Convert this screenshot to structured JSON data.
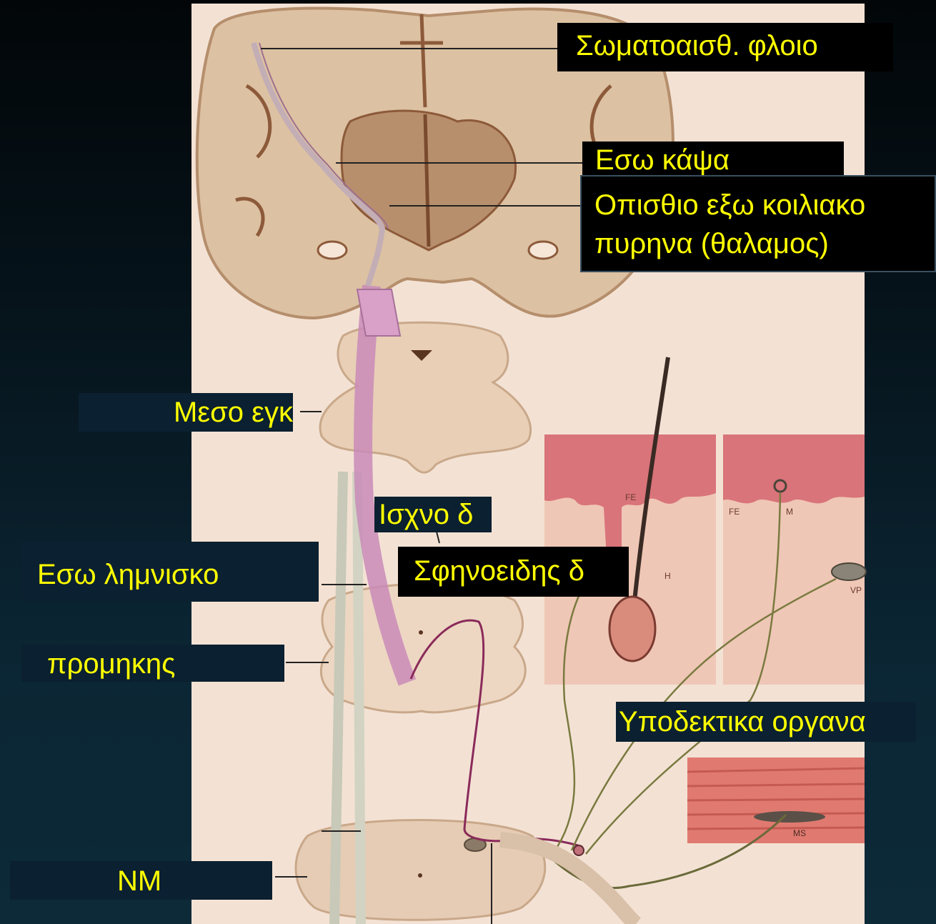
{
  "labels": {
    "cortex": "Σωματοαισθ. φλοιο",
    "internal_capsule": "Εσω κάψα",
    "thalamus_line1": "Οπισθιο εξω κοιλιακο",
    "thalamus_line2": "πυρηνα (θαλαμος)",
    "midbrain": "Μεσο εγκ",
    "gracile": "Ισχνο δ",
    "medial_lemniscus": "Εσω λημνισκο",
    "cuneate": "Σφηνοειδης δ",
    "medulla": "προμηκης",
    "receptors": "Υποδεκτικα οργανα",
    "spinal_cord": "ΝΜ"
  },
  "image_marks": [
    "FE",
    "FE",
    "M",
    "H",
    "VP",
    "MS"
  ],
  "colors": {
    "label_text": "#ffff00",
    "label_box_black": "#000000",
    "label_box_navy": "#0b2030",
    "brain_tissue": "#dcc1a2",
    "pathway_pink": "#c98bb8"
  }
}
